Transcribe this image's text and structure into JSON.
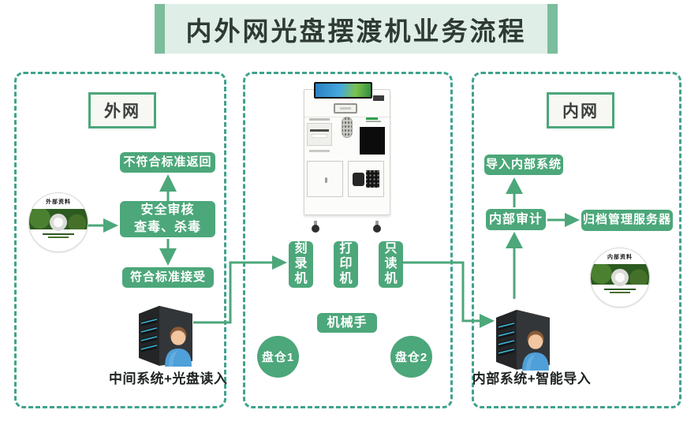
{
  "title": "内外网光盘摆渡机业务流程",
  "colors": {
    "accent_green": "#4CA77A",
    "dash_green": "#3FA28C",
    "banner_bar": "#7CBD9D",
    "banner_bg": "#DFEEE6",
    "title_color": "#2E3A33",
    "caption_color": "#1F2422",
    "disc_band": "#2C5A20"
  },
  "external_panel": {
    "label": "外网",
    "disc_label": "外部资料",
    "reject_box": "不符合标准返回",
    "audit_box_line1": "安全审核",
    "audit_box_line2": "查毒、杀毒",
    "accept_box": "符合标准接受",
    "caption": "中间系统+光盘读入"
  },
  "machine_panel": {
    "device_burner": "刻录机",
    "device_printer": "打印机",
    "device_reader": "只读机",
    "robot_arm": "机械手",
    "bay1": "盘仓1",
    "bay2": "盘仓2"
  },
  "internal_panel": {
    "label": "内网",
    "disc_label": "内部资料",
    "import_box": "导入内部系统",
    "audit_box": "内部审计",
    "archive_box": "归档管理服务器",
    "caption": "内部系统+智能导入"
  }
}
